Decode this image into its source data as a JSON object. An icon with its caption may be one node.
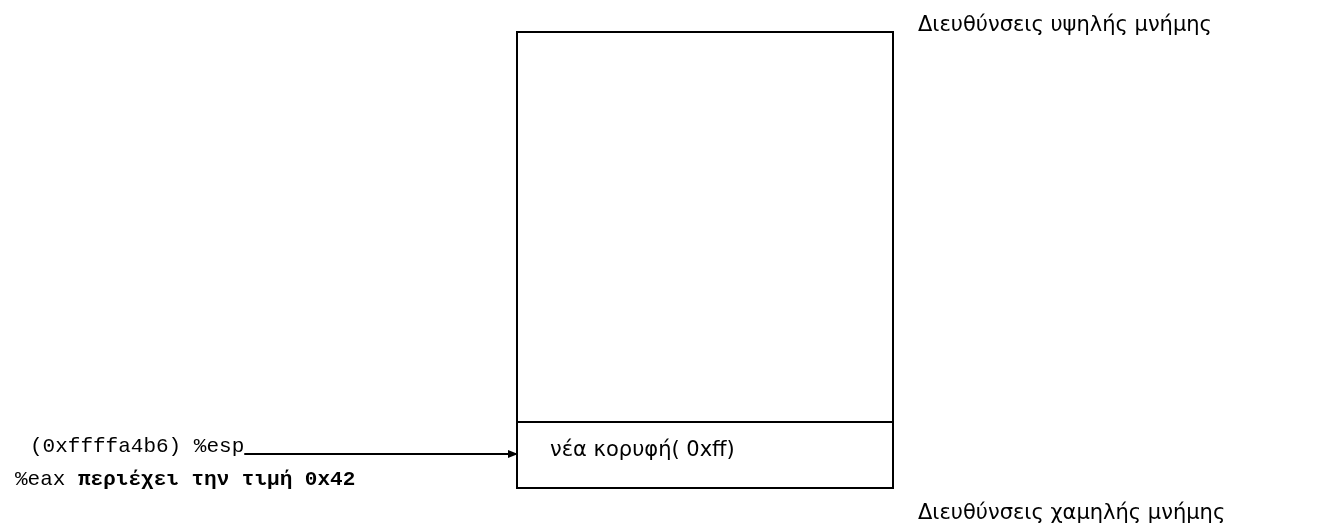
{
  "diagram": {
    "nodes": [
      {
        "text": [],
        "shape": "box"
      },
      {
        "text": [
          "νέα κορυφή( 0xff)"
        ],
        "in": 0
      },
      {
        "text": [
          "(0xffffa4b6) %esp"
        ]
      }
    ],
    "edges": [
      {
        "from": 2,
        "to": 1,
        "arrow": "to"
      }
    ],
    "labels": [
      "Διευθύνσεις υψηλής μνήμης",
      "%eax **περιέχει την τιμή 0x42**",
      "Διευθύνσεις χαμηλής μνήμης"
    ]
  }
}
